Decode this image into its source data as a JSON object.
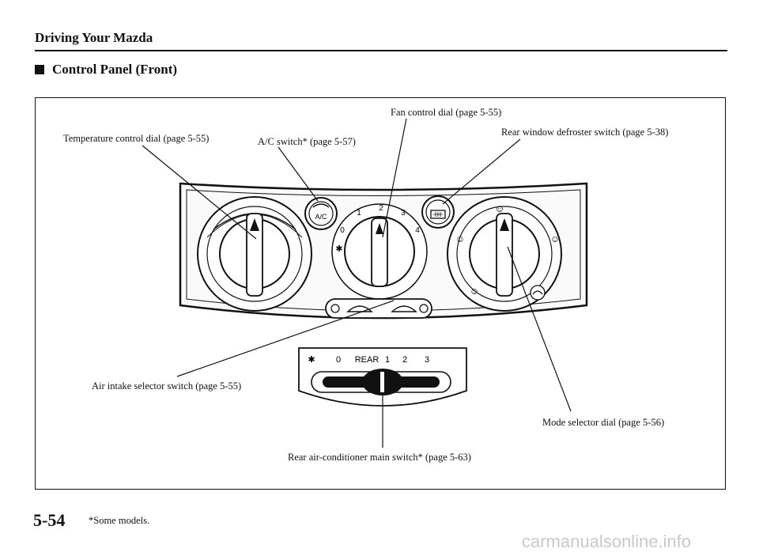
{
  "header": {
    "section_title": "Driving Your Mazda"
  },
  "page": {
    "title": "Control Panel (Front)"
  },
  "callouts": {
    "temperature": "Temperature control dial (page 5-55)",
    "ac_switch": "A/C switch* (page 5-57)",
    "fan": "Fan control dial (page 5-55)",
    "rear_defroster": "Rear window defroster switch (page 5-38)",
    "air_intake": "Air intake selector switch (page 5-55)",
    "mode": "Mode selector dial (page 5-56)",
    "rear_ac": "Rear air-conditioner main switch* (page 5-63)"
  },
  "panel": {
    "ac_button_label": "A/C",
    "fan_ticks": [
      "0",
      "1",
      "2",
      "3",
      "4"
    ],
    "rear_switch_scale": [
      "0",
      "REAR",
      "1",
      "2",
      "3"
    ]
  },
  "footer": {
    "page_number": "5-54",
    "footnote": "*Some models.",
    "watermark": "carmanualsonline.info"
  }
}
